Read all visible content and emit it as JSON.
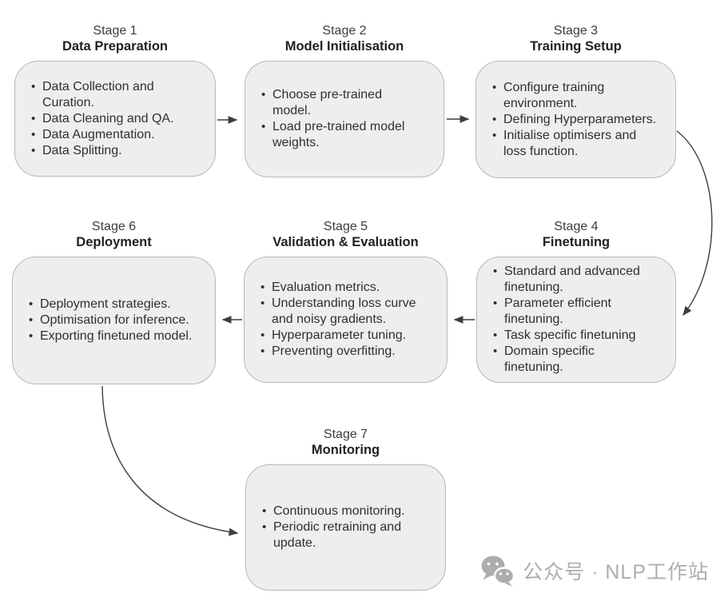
{
  "stages": [
    {
      "stage": "Stage 1",
      "title": "Data Preparation",
      "items": [
        "Data Collection and Curation.",
        "Data Cleaning and QA.",
        "Data Augmentation.",
        "Data Splitting."
      ]
    },
    {
      "stage": "Stage 2",
      "title": "Model Initialisation",
      "items": [
        "Choose pre-trained model.",
        "Load pre-trained model weights."
      ]
    },
    {
      "stage": "Stage 3",
      "title": "Training Setup",
      "items": [
        "Configure training environment.",
        "Defining Hyperparameters.",
        "Initialise optimisers and loss function."
      ]
    },
    {
      "stage": "Stage 4",
      "title": "Finetuning",
      "items": [
        "Standard and advanced finetuning.",
        "Parameter efficient finetuning.",
        "Task specific finetuning",
        "Domain specific finetuning."
      ]
    },
    {
      "stage": "Stage 5",
      "title": "Validation & Evaluation",
      "items": [
        "Evaluation metrics.",
        "Understanding loss curve and noisy gradients.",
        "Hyperparameter tuning.",
        "Preventing overfitting."
      ]
    },
    {
      "stage": "Stage 6",
      "title": "Deployment",
      "items": [
        "Deployment strategies.",
        "Optimisation for inference.",
        "Exporting finetuned model."
      ]
    },
    {
      "stage": "Stage 7",
      "title": "Monitoring",
      "items": [
        "Continuous monitoring.",
        "Periodic retraining and update."
      ]
    }
  ],
  "connections": [
    {
      "from": "Stage 1",
      "to": "Stage 2"
    },
    {
      "from": "Stage 2",
      "to": "Stage 3"
    },
    {
      "from": "Stage 3",
      "to": "Stage 4"
    },
    {
      "from": "Stage 4",
      "to": "Stage 5"
    },
    {
      "from": "Stage 5",
      "to": "Stage 6"
    },
    {
      "from": "Stage 6",
      "to": "Stage 7"
    }
  ],
  "watermark": {
    "icon": "wechat-icon",
    "text": "公众号 · NLP工作站"
  },
  "colors": {
    "box_fill": "#edeef0",
    "box_border": "#b6b8ba",
    "text": "#2e2f31",
    "arrow": "#3f3f3f",
    "watermark": "#adadad",
    "background": "#ffffff"
  }
}
